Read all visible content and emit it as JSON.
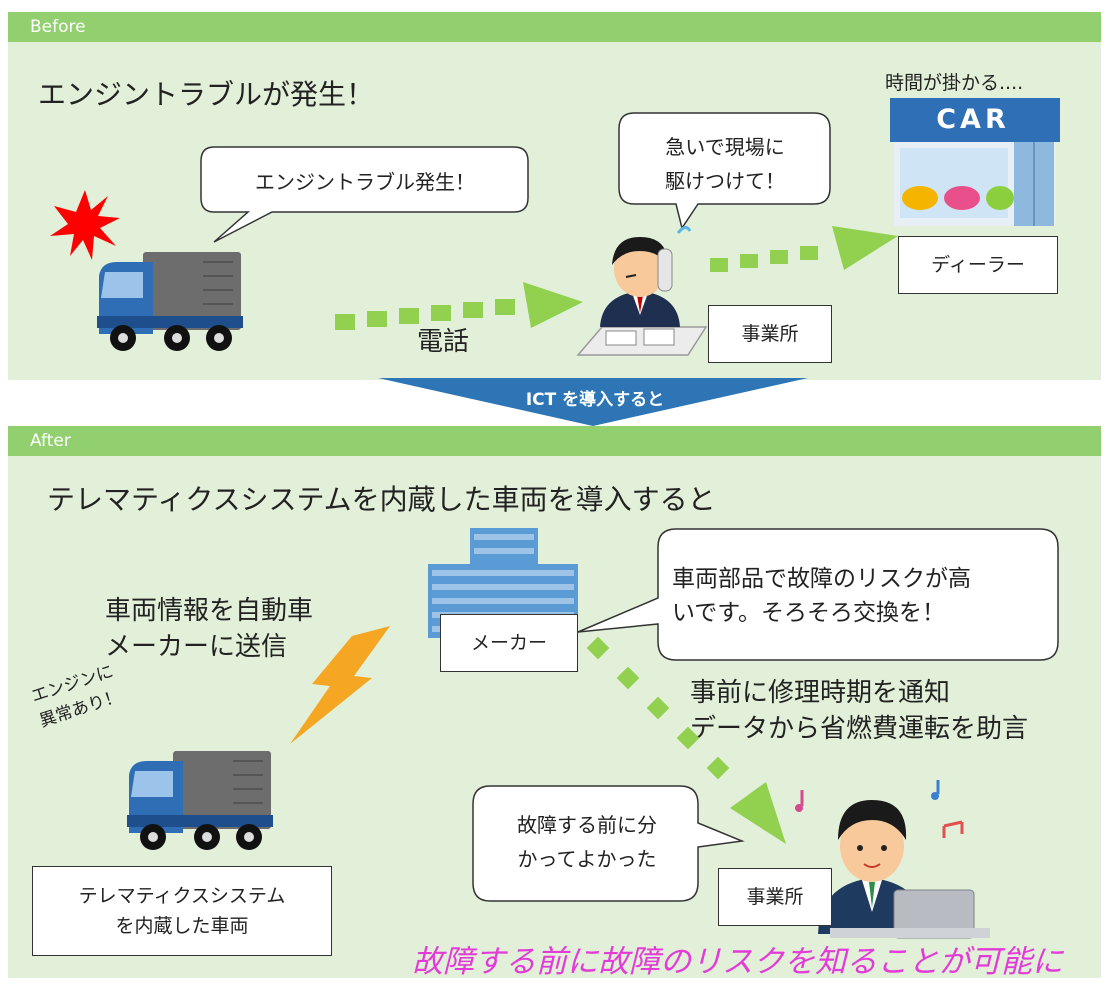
{
  "before": {
    "header": "Before",
    "title": "エンジントラブルが発生！",
    "truck_bubble": "エンジントラブル発生！",
    "phone_label": "電話",
    "office_bubble_lines": [
      "急いで現場に",
      "駆けつけて！"
    ],
    "office_label": "事業所",
    "dealer_caption": "時間が掛かる....",
    "dealer_sign": "CAR",
    "dealer_label": "ディーラー"
  },
  "transition": {
    "label": "ICT を導入すると"
  },
  "after": {
    "header": "After",
    "title": "テレマティクスシステムを内蔵した車両を導入すると",
    "send_text_lines": [
      "車両情報を自動車",
      "メーカーに送信"
    ],
    "maker_label": "メーカー",
    "maker_bubble_lines": [
      "車両部品で故障のリスクが高",
      "いです。そろそろ交換を！"
    ],
    "notify_text_lines": [
      "事前に修理時期を通知",
      "データから省燃費運転を助言"
    ],
    "engine_note_lines": [
      "エンジンに",
      "異常あり！"
    ],
    "truck_label_lines": [
      "テレマティクスシステム",
      "を内蔵した車両"
    ],
    "office_bubble_lines": [
      "故障する前に分",
      "かってよかった"
    ],
    "office_label": "事業所",
    "footer": "故障する前に故障のリスクを知ることが可能に"
  },
  "colors": {
    "panel_bg": "#e2f0d9",
    "header_bg": "#92d06f",
    "arrow_green": "#92d050",
    "banner_blue": "#2e75b6",
    "footer_magenta": "#e33bd8",
    "explosion_red": "#ff0000",
    "lightning_orange": "#f5a623"
  },
  "icons": [
    "explosion-icon",
    "truck-icon",
    "office-worker-icon",
    "car-dealer-icon",
    "building-icon",
    "lightning-icon",
    "music-note-icon",
    "laptop-icon"
  ]
}
